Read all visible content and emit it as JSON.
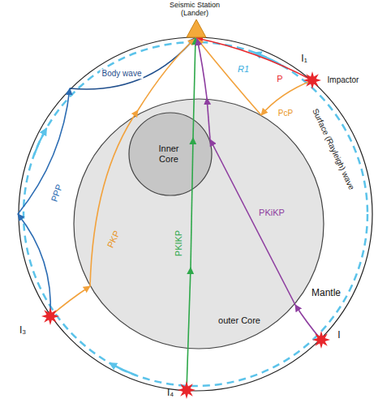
{
  "diagram": {
    "nodes": [
      {
        "text": [
          "Mantle"
        ]
      },
      {
        "text": [
          "outer Core"
        ],
        "in": 0
      },
      {
        "text": [
          "Inner Core"
        ],
        "in": 1
      }
    ],
    "labels": [
      "Seismic Station (Lander)",
      "R1",
      "P",
      "I₁",
      "Impactor",
      "PcP",
      "Body wave",
      "PPP",
      "Surface (Rayleigh) wave",
      "PKP",
      "PKiKP",
      "PKIKP",
      "I",
      "I₃",
      "I₄"
    ]
  }
}
